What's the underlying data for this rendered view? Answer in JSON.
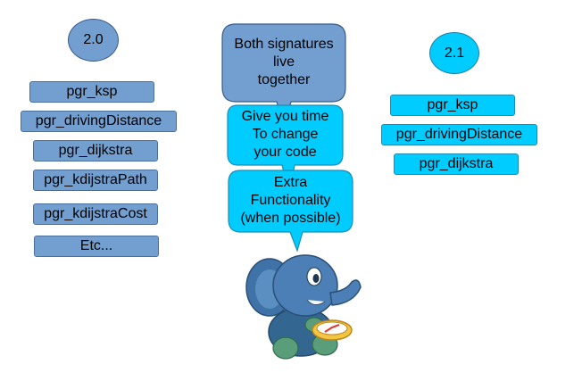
{
  "left_column": {
    "version": "2.0",
    "functions": [
      "pgr_ksp",
      "pgr_drivingDistance",
      "pgr_dijkstra",
      "pgr_kdijstraPath",
      "pgr_kdijstraCost",
      "Etc..."
    ]
  },
  "right_column": {
    "version": "2.1",
    "functions": [
      "pgr_ksp",
      "pgr_drivingDistance",
      "pgr_dijkstra"
    ]
  },
  "callouts": {
    "first": [
      "Both signatures",
      "live",
      "together"
    ],
    "second": [
      "Give you time",
      "To change",
      "your code"
    ],
    "third": [
      "Extra",
      "Functionality",
      "(when possible)"
    ]
  },
  "colors": {
    "old": "#729fcf",
    "new": "#00ccff",
    "mascot": "#336791"
  },
  "mascot": {
    "icon": "elephant-mascot-icon"
  }
}
